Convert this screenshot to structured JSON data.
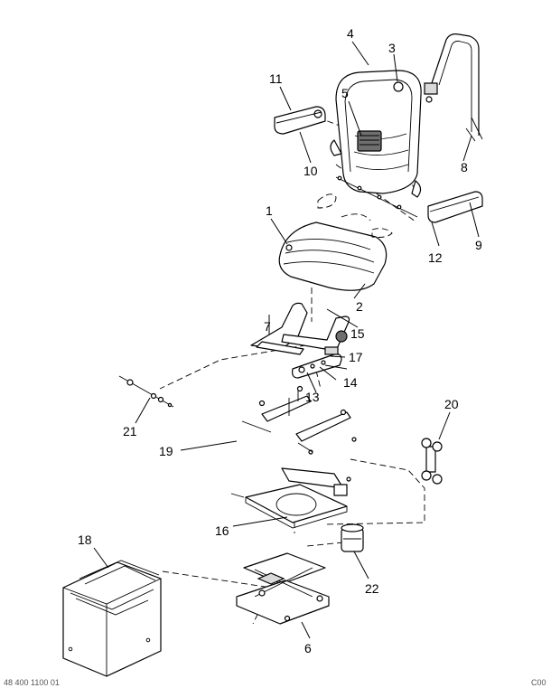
{
  "callouts": {
    "c1": "1",
    "c2": "2",
    "c3": "3",
    "c4": "4",
    "c5": "5",
    "c6": "6",
    "c7": "7",
    "c8": "8",
    "c9": "9",
    "c10": "10",
    "c11": "11",
    "c12": "12",
    "c13": "13",
    "c14": "14",
    "c15": "15",
    "c16": "16",
    "c17": "17",
    "c18": "18",
    "c19": "19",
    "c20": "20",
    "c21": "21",
    "c22": "22"
  },
  "footer": {
    "left": "48 400 1100 01",
    "right": "C00"
  }
}
